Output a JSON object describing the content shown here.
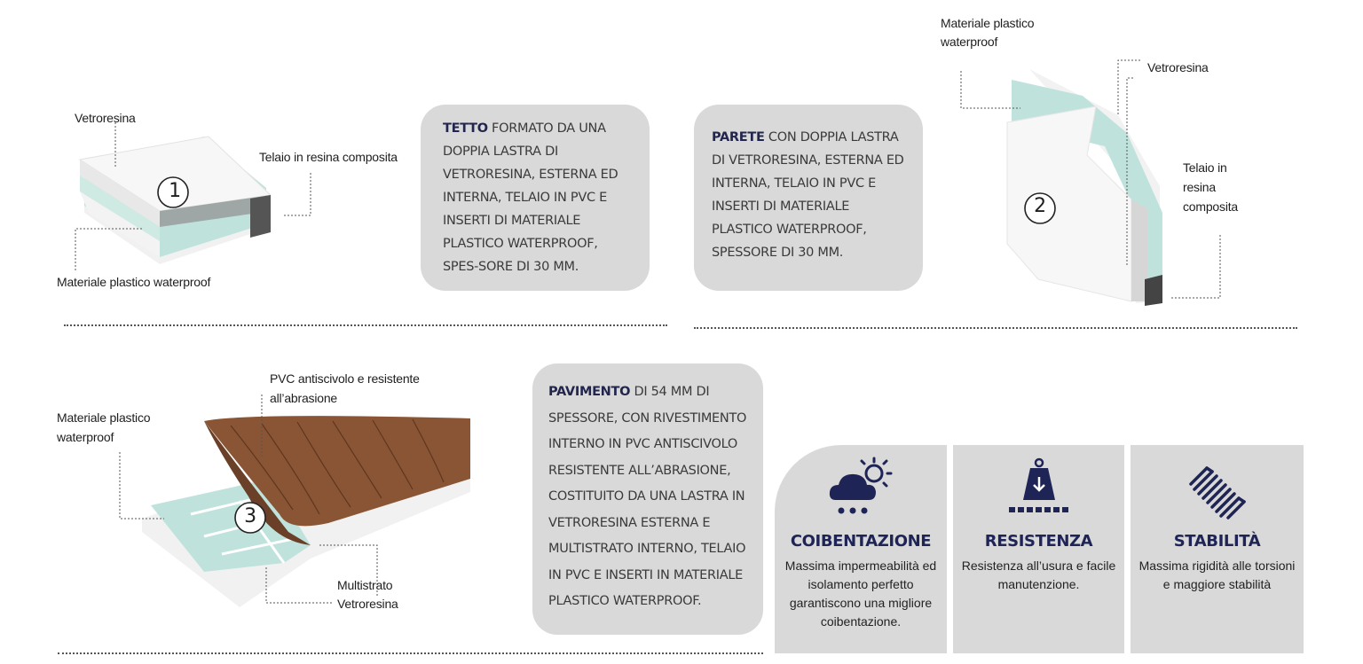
{
  "roof": {
    "labels": {
      "top": "Vetroresina",
      "right": "Telaio in resina composita",
      "bottom": "Materiale plastico waterproof"
    },
    "number": "1",
    "box": {
      "keyword": "TETTO",
      "text": " formato da una doppia lastra di vetroresina, esterna ed interna, telaio in PVC e inserti di materiale plastico waterproof, spes-sore di 30 mm."
    }
  },
  "wall": {
    "labels": {
      "top": "Materiale plastico waterproof",
      "right_top": "Vetroresina",
      "right": "Telaio in resina composita"
    },
    "number": "2",
    "box": {
      "keyword": "PARETE",
      "text": " con doppia lastra di vetroresina, esterna ed interna, telaio in PVC e inserti di materiale plastico waterproof, spessore di 30 mm."
    }
  },
  "floor": {
    "labels": {
      "left": "Materiale plastico waterproof",
      "top": "PVC antiscivolo e resistente all’abrasione",
      "bottom_line1": "Multistrato",
      "bottom_line2": "Vetroresina"
    },
    "number": "3",
    "box": {
      "keyword": "PAVIMENTO",
      "text": " di 54 mm di spessore, con rivestimento interno in PVC antiscivolo resistente all’abrasione, costituito da una lastra in vetroresina esterna e multistrato interno, telaio in PVC e inserti in materiale plastico waterproof."
    }
  },
  "features": [
    {
      "title": "COIBENTAZIONE",
      "desc": "Massima impermeabilità ed isolamento perfetto garantiscono una migliore coibentazione.",
      "icon": "weather-icon"
    },
    {
      "title": "RESISTENZA",
      "desc": "Resistenza all’usura e facile manutenzione.",
      "icon": "weight-icon"
    },
    {
      "title": "STABILITÀ",
      "desc": "Massima rigidità alle torsioni e maggiore stabilità",
      "icon": "spring-icon"
    }
  ],
  "colors": {
    "accent": "#22264f",
    "box_bg": "#d9d9d9",
    "insulation": "#bfe3dc",
    "wood": "#8a5535"
  }
}
